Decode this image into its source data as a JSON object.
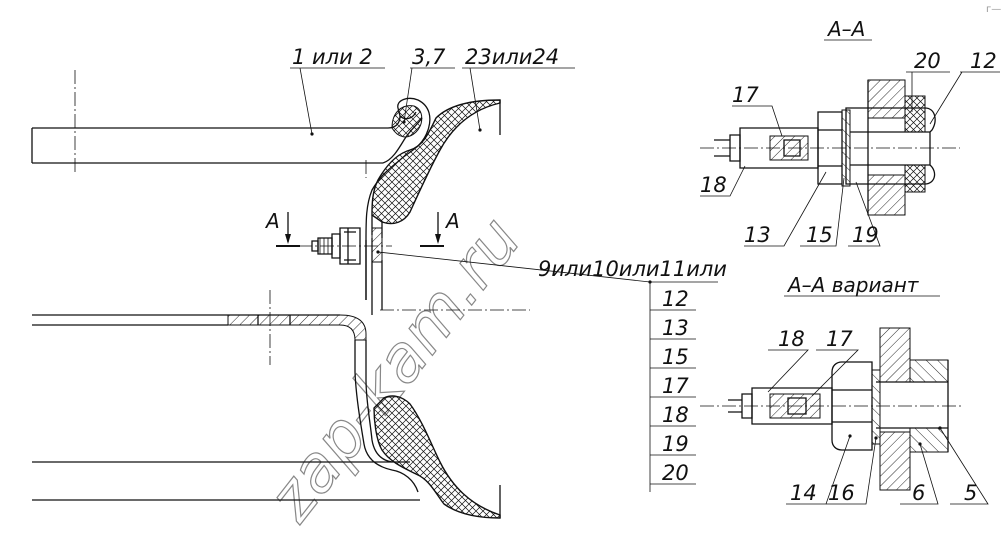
{
  "watermark": "zap-kam.ru",
  "corner_mark": "г—",
  "section_marks": {
    "left_arrow": "А",
    "right_arrow": "А"
  },
  "main_view": {
    "callouts": {
      "rim": "1 или 2",
      "ring": "3,7",
      "tire": "23или24",
      "valve_group": "9или10или11или"
    },
    "valve_group_list": [
      "12",
      "13",
      "15",
      "17",
      "18",
      "19",
      "20"
    ]
  },
  "section_aa": {
    "title": "А–А",
    "labels": {
      "p17": "17",
      "p18": "18",
      "p20": "20",
      "p12": "12",
      "p13": "13",
      "p15": "15",
      "p19": "19"
    }
  },
  "section_aa_variant": {
    "title": "А–А вариант",
    "labels": {
      "p18": "18",
      "p17": "17",
      "p14": "14",
      "p16": "16",
      "p6": "6",
      "p5": "5"
    }
  }
}
